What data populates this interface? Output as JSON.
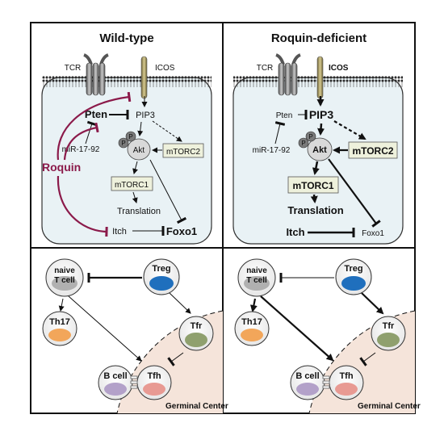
{
  "panels": {
    "wildtype": {
      "title": "Wild-type",
      "receptors": {
        "tcr": "TCR",
        "icos": "ICOS"
      },
      "nodes": {
        "pten": "Pten",
        "pip3": "PIP3",
        "akt": "Akt",
        "phospho": "P",
        "mtorc2": "mTORC2",
        "mtorc1": "mTORC1",
        "translation": "Translation",
        "mir": "miR-17-92",
        "roquin": "Roquin",
        "itch": "Itch",
        "foxo1": "Foxo1"
      }
    },
    "deficient": {
      "title": "Roquin-deficient",
      "receptors": {
        "tcr": "TCR",
        "icos": "ICOS"
      },
      "nodes": {
        "pten": "Pten",
        "pip3": "PIP3",
        "akt": "Akt",
        "phospho": "P",
        "mtorc2": "mTORC2",
        "mtorc1": "mTORC1",
        "translation": "Translation",
        "mir": "miR-17-92",
        "itch": "Itch",
        "foxo1": "Foxo1"
      }
    }
  },
  "cells": {
    "naive": [
      "naive",
      "T cell"
    ],
    "treg": "Treg",
    "th17": "Th17",
    "tfr": "Tfr",
    "bcell": "B cell",
    "tfh": "Tfh",
    "germinal_center": "Germinal Center"
  },
  "colors": {
    "roquin": "#8b1a4a",
    "cytoplasm": "#e9f2f5",
    "icos": "#a89a5a",
    "receptor": "#8a8a8a",
    "mtorc_box": "#eef1dc",
    "akt": "#d9d9d9",
    "germinal_center": "#f5e4da",
    "treg": "#1f6fbd",
    "th17": "#f2a65a",
    "tfr": "#8fa06e",
    "bcell": "#b3a1c9",
    "tfh": "#e89a93",
    "naive": "#b0b0b0"
  }
}
